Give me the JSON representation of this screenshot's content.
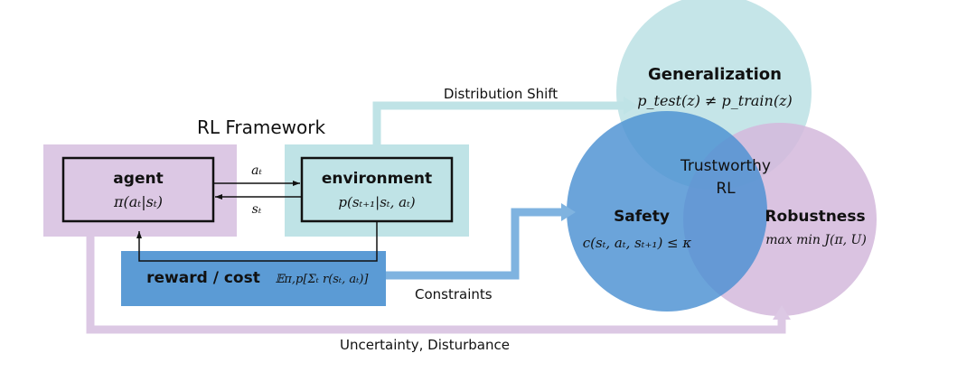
{
  "framework_title": "RL Framework",
  "agent": {
    "title": "agent",
    "formula": "π(aₜ|sₜ)"
  },
  "environment": {
    "title": "environment",
    "formula": "p(sₜ₊₁|sₜ, aₜ)"
  },
  "reward": {
    "title": "reward / cost",
    "formula": "𝔼π,p[Σₜ r(sₜ, aₜ)]"
  },
  "arrows": {
    "action_label": "aₜ",
    "state_label": "sₜ",
    "distribution_shift": "Distribution Shift",
    "constraints": "Constraints",
    "uncertainty": "Uncertainty, Disturbance"
  },
  "circles": {
    "generalization": {
      "title": "Generalization",
      "formula": "p_test(z) ≠ p_train(z)"
    },
    "safety": {
      "title": "Safety",
      "formula": "c(sₜ, aₜ, sₜ₊₁) ≤ κ"
    },
    "robustness": {
      "title": "Robustness",
      "formula": "max min J(π, U)"
    },
    "center_line1": "Trustworthy",
    "center_line2": "RL"
  },
  "colors": {
    "agent_bg": "#dcc8e4",
    "env_bg": "#bfe3e6",
    "reward_bg": "#5b9bd5",
    "generalization": "#bfe2e6",
    "safety": "#4a90d2",
    "robustness": "#d4b8dc",
    "shift_arrow": "#bfe3e6",
    "constraint_arrow": "#7fb3e0",
    "uncertainty_arrow": "#dcc8e4"
  }
}
